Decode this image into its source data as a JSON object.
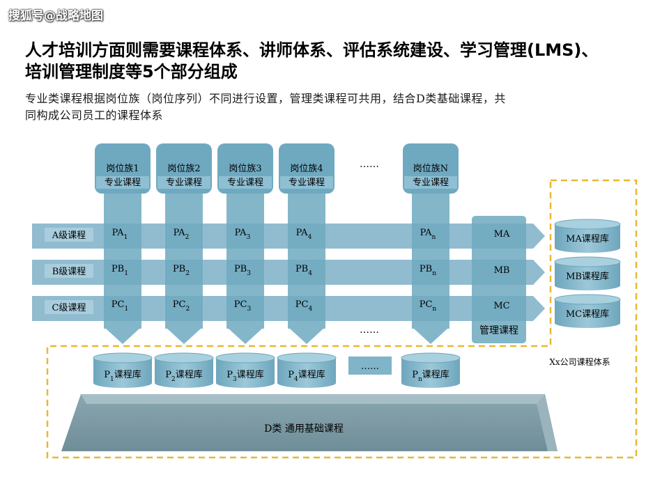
{
  "watermark": "搜狐号@战略地图",
  "title": {
    "line1": "人才培训方面则需要课程体系、讲师体系、评估系统建设、学习管理(LMS)、",
    "line2": "培训管理制度等5个部分组成"
  },
  "subtitle": {
    "line1": "专业类课程根据岗位族（岗位序列）不同进行设置，管理类课程可共用，结合D类基础课程，共",
    "line2": "同构成公司员工的课程体系"
  },
  "colors": {
    "band": "#8bb8cc",
    "column": "#6fa9c0",
    "drum": "#7fb4c9",
    "slab": "#7d9aa4",
    "dash": "#e8b830"
  },
  "columns": [
    {
      "head1": "岗位族1",
      "head2": "专业课程",
      "a_base": "PA",
      "a_sub": "1",
      "b_base": "PB",
      "b_sub": "1",
      "c_base": "PC",
      "c_sub": "1",
      "lib_pre": "P",
      "lib_sub": "1",
      "lib_post": "课程库"
    },
    {
      "head1": "岗位族2",
      "head2": "专业课程",
      "a_base": "PA",
      "a_sub": "2",
      "b_base": "PB",
      "b_sub": "2",
      "c_base": "PC",
      "c_sub": "2",
      "lib_pre": "P",
      "lib_sub": "2",
      "lib_post": "课程库"
    },
    {
      "head1": "岗位族3",
      "head2": "专业课程",
      "a_base": "PA",
      "a_sub": "3",
      "b_base": "PB",
      "b_sub": "3",
      "c_base": "PC",
      "c_sub": "3",
      "lib_pre": "P",
      "lib_sub": "3",
      "lib_post": "课程库"
    },
    {
      "head1": "岗位族4",
      "head2": "专业课程",
      "a_base": "PA",
      "a_sub": "4",
      "b_base": "PB",
      "b_sub": "4",
      "c_base": "PC",
      "c_sub": "4",
      "lib_pre": "P",
      "lib_sub": "4",
      "lib_post": "课程库"
    },
    {
      "head1": "岗位族N",
      "head2": "专业课程",
      "a_base": "PA",
      "a_sub": "n",
      "b_base": "PB",
      "b_sub": "n",
      "c_base": "PC",
      "c_sub": "n",
      "lib_pre": "P",
      "lib_sub": "n",
      "lib_post": "课程库"
    }
  ],
  "ellipsis": "……",
  "levels": [
    "A级课程",
    "B级课程",
    "C级课程"
  ],
  "management": {
    "label": "管理课程",
    "ma": "MA",
    "mb": "MB",
    "mc": "MC"
  },
  "mgmt_libs": [
    "MA课程库",
    "MB课程库",
    "MC课程库"
  ],
  "company_label": "Xx公司课程体系",
  "base": {
    "label": "D类  通用基础课程"
  }
}
